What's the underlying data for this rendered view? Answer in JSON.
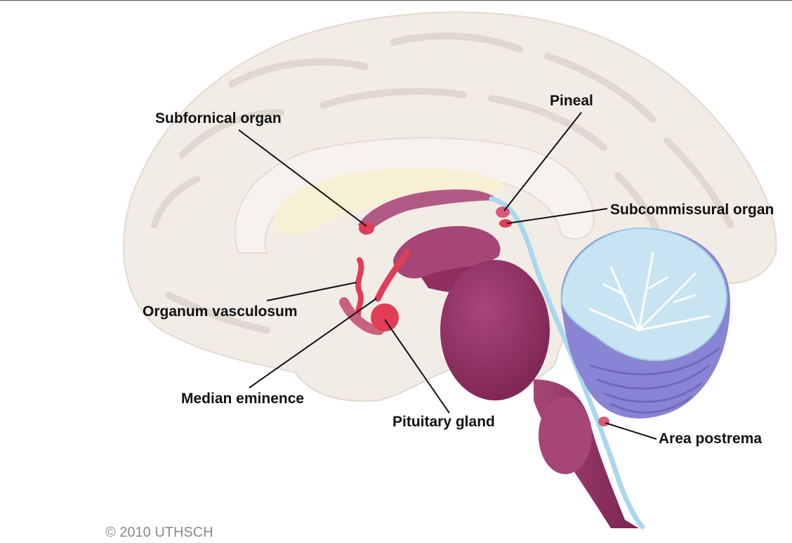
{
  "labels": {
    "subfornical_organ": "Subfornical organ",
    "pineal": "Pineal",
    "subcommissural_organ": "Subcommissural organ",
    "organum_vasculosum": "Organum vasculosum",
    "median_eminence": "Median eminence",
    "pituitary_gland": "Pituitary gland",
    "area_postrema": "Area postrema"
  },
  "copyright": "© 2010 UTHSCH",
  "colors": {
    "cortex": "#f1ece6",
    "cortex_fold": "#e6ded6",
    "corpus_callosum": "#f8f0d4",
    "brainstem": "#8e2f60",
    "brainstem_light": "#b0507e",
    "organ_red": "#e23d56",
    "cerebellum_blue": "#c8e4f2",
    "cerebellum_purple": "#8a84d4",
    "csf_blue": "#a9d8ee",
    "leader_line": "#111111",
    "copyright_text": "#8a8a8a"
  }
}
